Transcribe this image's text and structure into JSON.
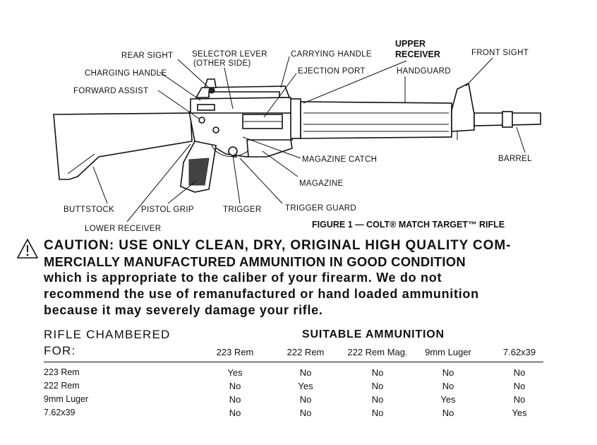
{
  "diagram": {
    "labels": {
      "rear_sight": "REAR SIGHT",
      "selector_lever": "SELECTOR LEVER",
      "selector_lever_note": "(OTHER SIDE)",
      "carrying_handle": "CARRYING HANDLE",
      "upper_receiver_1": "UPPER",
      "upper_receiver_2": "RECEIVER",
      "front_sight": "FRONT SIGHT",
      "charging_handle": "CHARGING HANDLE",
      "ejection_port": "EJECTION PORT",
      "handguard": "HANDGUARD",
      "forward_assist": "FORWARD ASSIST",
      "magazine_catch": "MAGAZINE CATCH",
      "barrel": "BARREL",
      "magazine": "MAGAZINE",
      "buttstock": "BUTTSTOCK",
      "pistol_grip": "PISTOL GRIP",
      "trigger": "TRIGGER",
      "trigger_guard": "TRIGGER GUARD",
      "lower_receiver": "LOWER RECEIVER"
    },
    "figure_caption": "FIGURE 1 — COLT® MATCH TARGET™ RIFLE"
  },
  "caution": {
    "icon": "warning-triangle-icon",
    "line1": "CAUTION: USE ONLY CLEAN, DRY, ORIGINAL HIGH QUALITY COM-",
    "line2": "MERCIALLY MANUFACTURED AMMUNITION IN GOOD CONDITION",
    "line3": "which is appropriate to the caliber of your firearm. We do not",
    "line4": "recommend the use of remanufactured or hand loaded ammunition",
    "line5": "because it may severely damage your rifle."
  },
  "table": {
    "left_header_1": "RIFLE  CHAMBERED",
    "left_header_2": "FOR:",
    "group_header": "SUITABLE AMMUNITION",
    "columns": [
      "223 Rem",
      "222 Rem",
      "222 Rem Mag.",
      "9mm Luger",
      "7.62x39"
    ],
    "rows": [
      {
        "name": "223 Rem",
        "values": [
          "Yes",
          "No",
          "No",
          "No",
          "No"
        ]
      },
      {
        "name": "222 Rem",
        "values": [
          "No",
          "Yes",
          "No",
          "No",
          "No"
        ]
      },
      {
        "name": "9mm Luger",
        "values": [
          "No",
          "No",
          "No",
          "Yes",
          "No"
        ]
      },
      {
        "name": "7.62x39",
        "values": [
          "No",
          "No",
          "No",
          "No",
          "Yes"
        ]
      }
    ]
  }
}
